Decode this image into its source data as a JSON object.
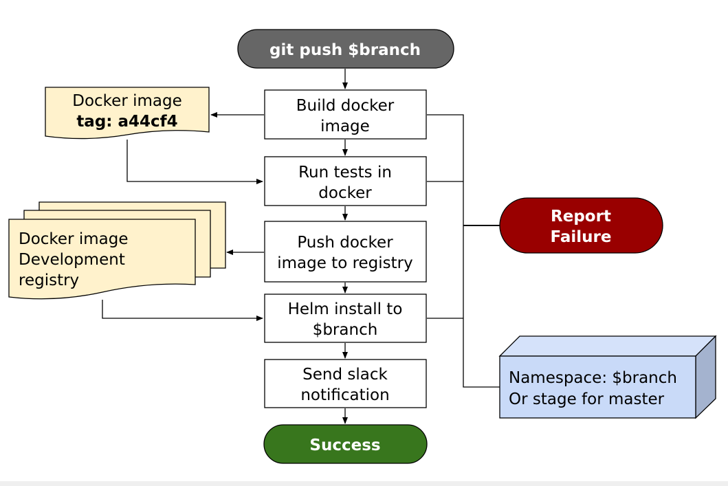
{
  "diagram": {
    "start": "git push $branch",
    "steps": [
      [
        "Build docker",
        "image"
      ],
      [
        "Run tests in",
        "docker"
      ],
      [
        "Push docker",
        "image to registry"
      ],
      [
        "Helm install to",
        "$branch"
      ],
      [
        "Send slack",
        "notification"
      ]
    ],
    "end": "Success",
    "failure": [
      "Report",
      "Failure"
    ],
    "docker_image_doc": {
      "title": "Docker image",
      "tag": "tag: a44cf4"
    },
    "registry_doc": [
      "Docker image",
      "Development",
      "registry"
    ],
    "namespace_note": [
      "Namespace: $branch",
      "Or stage for master"
    ]
  },
  "colors": {
    "start_fill": "#666666",
    "end_fill": "#38761d",
    "failure_fill": "#990000",
    "document_fill": "#fff2cc",
    "note_front": "#c9daf8",
    "note_top": "#d5e2fa",
    "note_side": "#a4b3cf",
    "stroke": "#000000"
  }
}
